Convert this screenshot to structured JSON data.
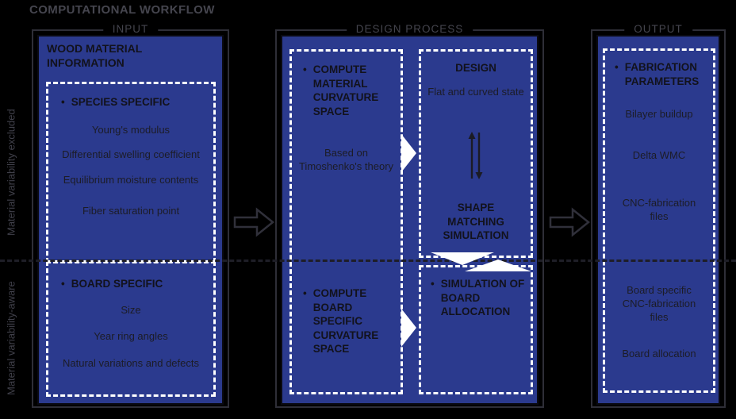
{
  "title": "COMPUTATIONAL WORKFLOW",
  "bullet": "•",
  "colors": {
    "background": "#000000",
    "box_blue": "#2b3a8e",
    "dotted_border": "#ffffff",
    "frame_gray": "#2e2e37",
    "text_dark": "#12121c"
  },
  "side_labels": {
    "top": "Material variability excluded",
    "bottom": "Material variability-aware"
  },
  "sections": {
    "input": {
      "label": "INPUT"
    },
    "process": {
      "label": "DESIGN PROCESS"
    },
    "output": {
      "label": "OUTPUT"
    }
  },
  "input": {
    "box_title": "WOOD MATERIAL INFORMATION",
    "species": {
      "heading": "SPECIES SPECIFIC",
      "items": [
        "Young's modulus",
        "Differential swelling coefficient",
        "Equilibrium moisture contents",
        "Fiber saturation point"
      ]
    },
    "board": {
      "heading": "BOARD SPECIFIC",
      "items": [
        "Size",
        "Year ring angles",
        "Natural variations and defects"
      ]
    }
  },
  "process": {
    "material_curvature": {
      "heading": "COMPUTE MATERIAL CURVATURE SPACE",
      "note": "Based on Timoshenko's theory"
    },
    "board_curvature": {
      "heading": "COMPUTE BOARD SPECIFIC CURVATURE SPACE"
    },
    "design": {
      "heading": "DESIGN",
      "note": "Flat and curved state",
      "sub_heading": "SHAPE MATCHING SIMULATION"
    },
    "allocation": {
      "heading": "SIMULATION OF BOARD ALLOCATION"
    }
  },
  "output": {
    "fabrication": {
      "heading": "FABRICATION PARAMETERS",
      "items": [
        "Bilayer buildup",
        "Delta WMC",
        "CNC-fabrication files"
      ]
    },
    "board": {
      "items": [
        "Board specific CNC-fabrication files",
        "Board allocation"
      ]
    }
  }
}
